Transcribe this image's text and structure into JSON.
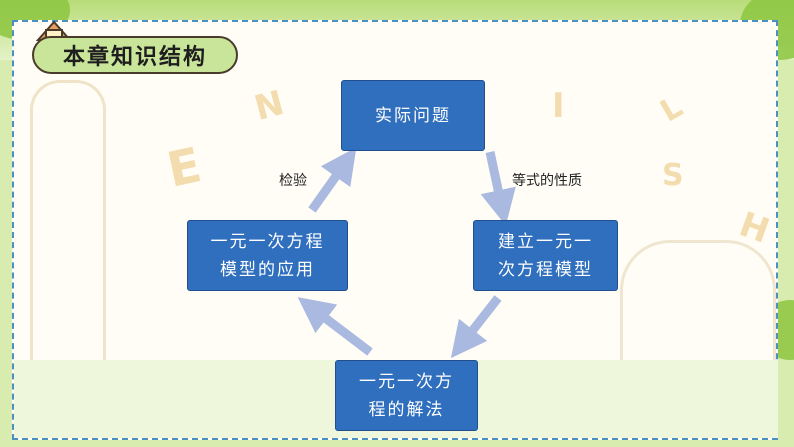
{
  "title": "本章知识结构",
  "decor_letters": [
    "E",
    "N",
    "I",
    "S",
    "H",
    "L"
  ],
  "nodes": {
    "top": "实际问题",
    "right": "建立一元一次方程模型",
    "bottom": "一元一次方程的解法",
    "left": "一元一次方程模型的应用"
  },
  "edges": {
    "top_to_right": "等式的性质",
    "left_to_top": "检验"
  },
  "colors": {
    "node": "#2f6fbd",
    "arrow": "#a9b9e0",
    "frame_border": "#4a90c2"
  }
}
